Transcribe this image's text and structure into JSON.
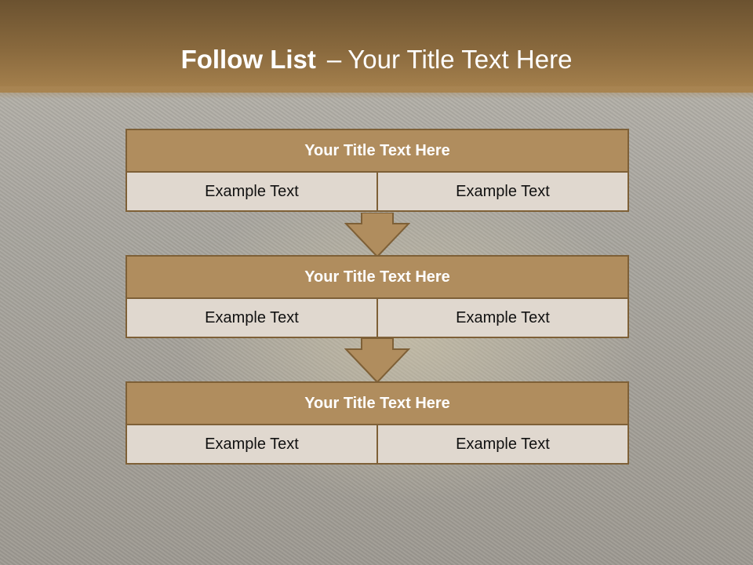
{
  "title": {
    "bold": "Follow List",
    "separator": "–",
    "rest": "Your Title Text Here"
  },
  "blocks": [
    {
      "heading": "Your Title Text Here",
      "left": "Example Text",
      "right": "Example Text"
    },
    {
      "heading": "Your Title Text Here",
      "left": "Example Text",
      "right": "Example Text"
    },
    {
      "heading": "Your Title Text Here",
      "left": "Example Text",
      "right": "Example Text"
    }
  ],
  "colors": {
    "header": "#8a6a3e",
    "block_title": "#b08d5e",
    "cell": "#e0d8cf",
    "border": "#7e6037"
  }
}
